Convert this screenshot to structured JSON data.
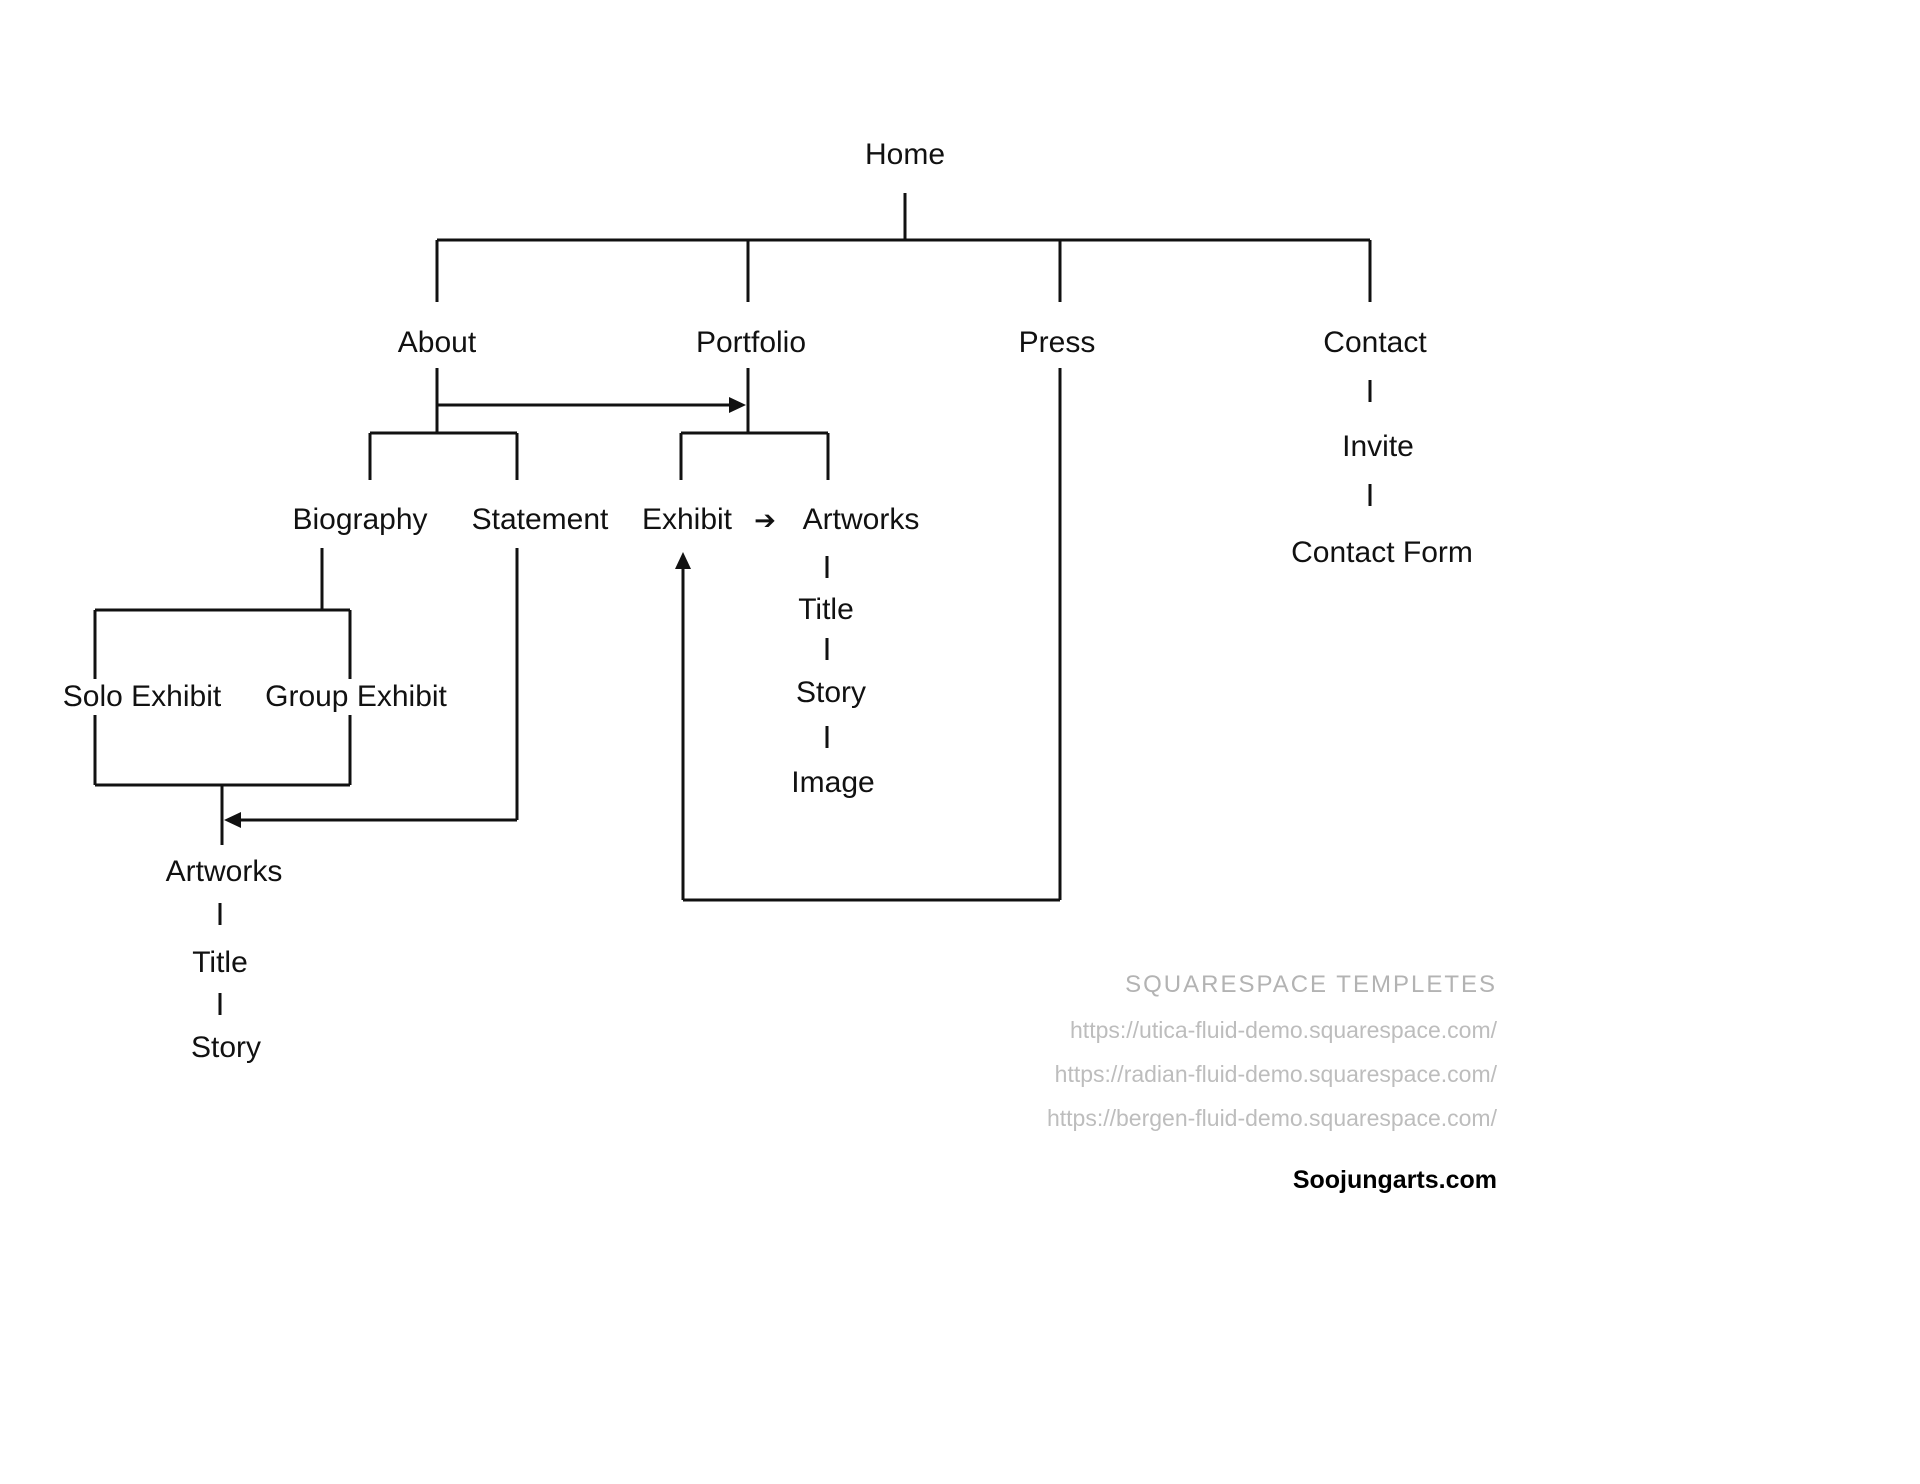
{
  "diagram": {
    "title_node": "Home",
    "nodes": {
      "home": "Home",
      "about": "About",
      "portfolio": "Portfolio",
      "press": "Press",
      "contact": "Contact",
      "biography": "Biography",
      "statement": "Statement",
      "exhibit": "Exhibit",
      "exhibit_arrow": "➔",
      "portfolio_artworks": "Artworks",
      "portfolio_title": "Title",
      "portfolio_story": "Story",
      "portfolio_image": "Image",
      "solo_exhibit": "Solo Exhibit",
      "group_exhibit": "Group Exhibit",
      "about_artworks": "Artworks",
      "about_title": "Title",
      "about_story": "Story",
      "invite": "Invite",
      "contact_form": "Contact Form"
    },
    "line_color": "#111111"
  },
  "footer": {
    "heading": "SQUARESPACE TEMPLETES",
    "links": [
      "https://utica-fluid-demo.squarespace.com/",
      "https://radian-fluid-demo.squarespace.com/",
      "https://bergen-fluid-demo.squarespace.com/"
    ],
    "site": "Soojungarts.com",
    "heading_color": "#b3b3b3",
    "link_color": "#bdbdbd"
  }
}
